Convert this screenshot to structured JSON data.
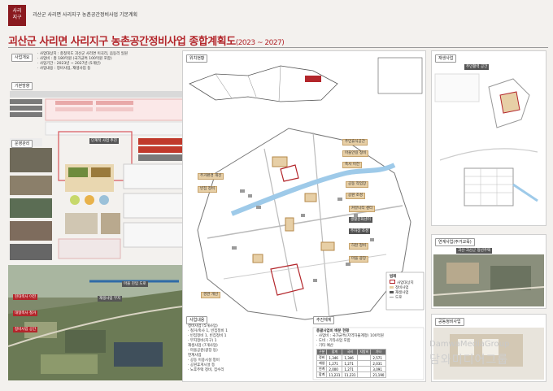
{
  "header": {
    "brand_line1": "사리",
    "brand_line2": "지구",
    "caption": "괴산군 사리면 사리지구 농촌공간정비사업 기본계획",
    "title": "괴산군 사리면 사리지구 농촌공간정비사업 종합계획도",
    "title_years": "(2023 ~ 2027)"
  },
  "left": {
    "overview_tag": "사업개요",
    "overview_lines": [
      "· 사업대상지 : 충청북도 괴산군 사리면 이곡리, 음동리 일원",
      "· 사업비 : 총 180억원 (국가균특 100억원 포함)",
      "· 사업기간 : 2023년 ~ 2027년 (5개년)",
      "· 사업내용 : 정비사업, 재생사업 등"
    ],
    "basic_tag": "기본방향",
    "ops_tag": "운영관리",
    "flow_label": "단계적 사업 추진",
    "aerial_tags": [
      "현대축사 이전",
      "대형축사 철거",
      "정비사업 공간",
      "재생사업 부지",
      "마을 진입 도로"
    ]
  },
  "center": {
    "location_tag": "위치현황",
    "map_tags": [
      "주민휴식공간",
      "마을안길 정비",
      "축사 이전",
      "공동 작업장",
      "공원 조성",
      "커뮤니티 센터",
      "생활문화센터",
      "주차장 조성",
      "하천 정비",
      "마을 광장",
      "주거환경 개선",
      "빈집 정비",
      "경관 개선"
    ],
    "legend_title": "범례",
    "legend_items": [
      "사업대상지",
      "정비사업",
      "재생사업",
      "도로"
    ],
    "biz_tag": "사업내용",
    "biz_lines": [
      "정비사업 (5개사업)",
      "· 철거/축사 1, 빈집정비 1",
      "· 빈집정비 1, 빈집정비 1",
      "· 부지정비(지구) 1",
      "재생사업 (7개사업)",
      "· 마을공원(광장 등)",
      "연계사업",
      "· 공동 이용시설 정비",
      "· 공원휴게시설 등",
      "· 노후주택 정비, 집수리"
    ],
    "table_tag": "추진체계",
    "table_title": "총괄사업비 배분 현황",
    "table_notes": [
      "· 사업비 : 국가균특(지역자율계정) 100억원",
      "· 도비 : 기타사업 포함",
      "· 기타 예산"
    ],
    "table_head": [
      "구분",
      "합계",
      "국비",
      "지방비",
      "기타"
    ],
    "table_rows": [
      [
        "정비",
        "1,346",
        "1,346",
        "",
        "2,571"
      ],
      [
        "재생",
        "1,271",
        "1,271",
        "",
        "2,031"
      ],
      [
        "연계",
        "2,000",
        "1,271",
        "",
        "3,091"
      ],
      [
        "합계",
        "11,231",
        "11,231",
        "",
        "21,190"
      ]
    ]
  },
  "right": {
    "tag1": "재생사업",
    "box1_title": "주민활력 공간",
    "tag2": "연계사업(주거교육)",
    "box2_title": "괴산·괴산군 청년주택",
    "tag3": "공동정비사업",
    "watermark_en": "DamwaMediaGroup",
    "watermark_ko": "담와미디어그룹"
  },
  "colors": {
    "accent": "#b3262b",
    "tan": "#e7cfa6",
    "river": "#9ecae9"
  }
}
